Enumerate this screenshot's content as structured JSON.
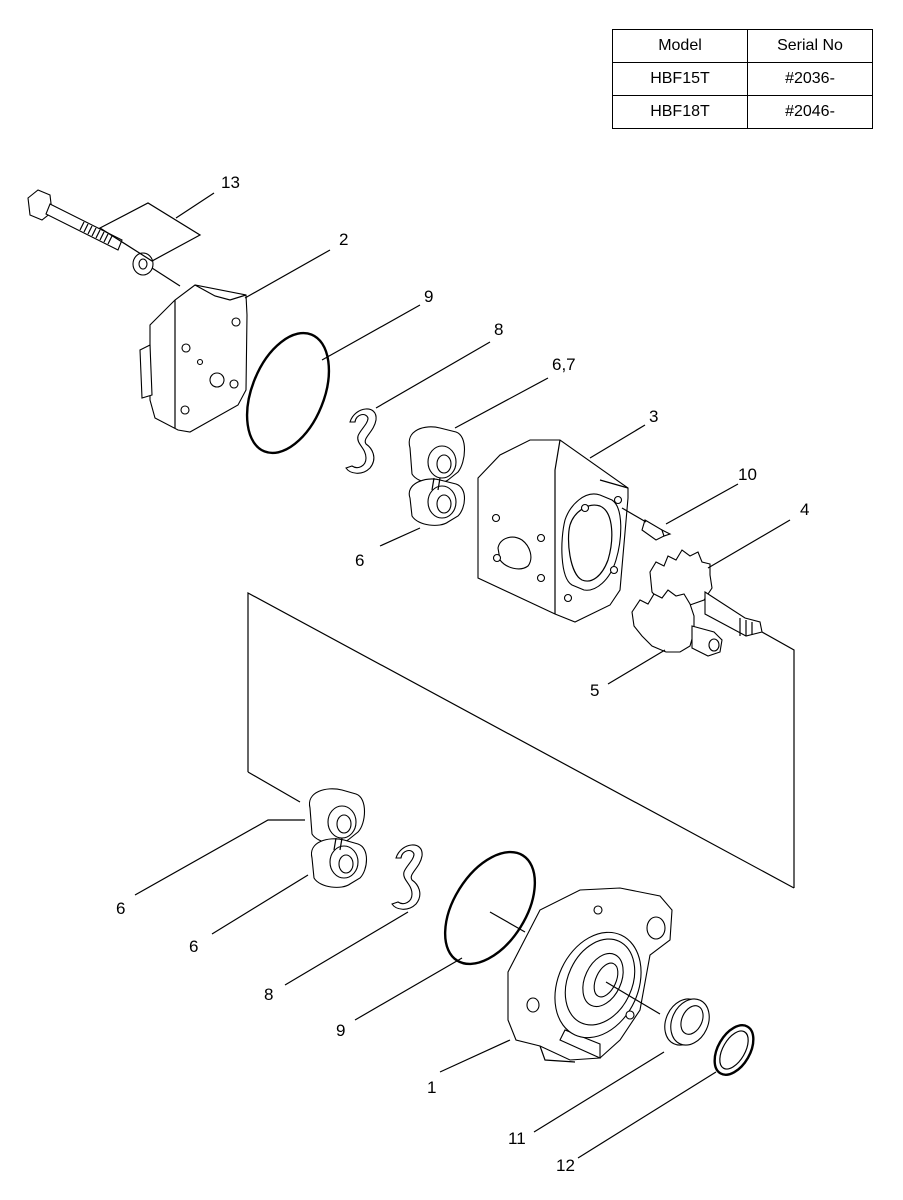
{
  "table": {
    "headers": [
      "Model",
      "Serial No"
    ],
    "rows": [
      [
        "HBF15T",
        "#2036-"
      ],
      [
        "HBF18T",
        "#2046-"
      ]
    ]
  },
  "callouts": {
    "c13": "13",
    "c2": "2",
    "c9a": "9",
    "c8a": "8",
    "c67": "6,7",
    "c3": "3",
    "c10": "10",
    "c4": "4",
    "c6a": "6",
    "c5": "5",
    "c6b": "6",
    "c6c": "6",
    "c8b": "8",
    "c9b": "9",
    "c1": "1",
    "c11": "11",
    "c12": "12"
  }
}
